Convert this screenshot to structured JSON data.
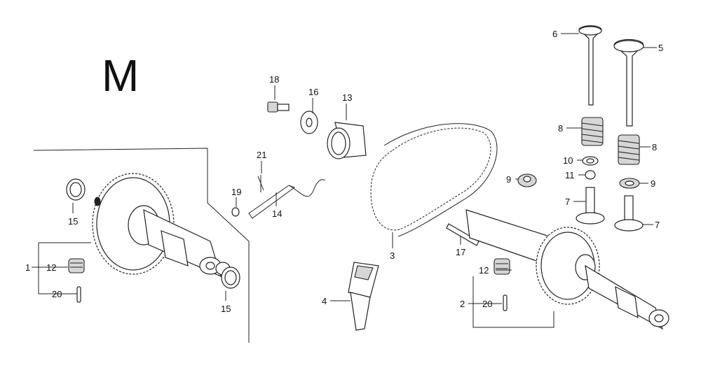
{
  "diagram": {
    "section_letter": "M"
  },
  "callouts": {
    "c1": "1",
    "c2": "2",
    "c3": "3",
    "c4": "4",
    "c5": "5",
    "c6": "6",
    "c7a": "7",
    "c7b": "7",
    "c8a": "8",
    "c8b": "8",
    "c9a": "9",
    "c9b": "9",
    "c10": "10",
    "c11": "11",
    "c12a": "12",
    "c12b": "12",
    "c13": "13",
    "c14": "14",
    "c15a": "15",
    "c15b": "15",
    "c16": "16",
    "c17": "17",
    "c18": "18",
    "c19": "19",
    "c20a": "20",
    "c20b": "20",
    "c21": "21"
  }
}
